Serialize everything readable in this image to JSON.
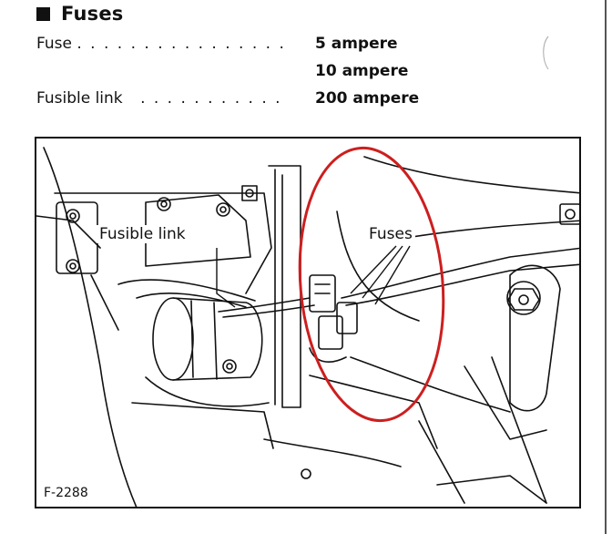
{
  "section": {
    "title": "Fuses"
  },
  "specs": [
    {
      "label": "Fuse",
      "dots": ". . . . . . . . . . . . . . . .",
      "values": [
        "5 ampere",
        "10 ampere"
      ]
    },
    {
      "label": "Fusible link",
      "dots": ". . . . . . . . . . .",
      "values": [
        "200 ampere"
      ]
    }
  ],
  "figure": {
    "labels": {
      "fusible_link": "Fusible  link",
      "fuses": "Fuses"
    },
    "code": "F-2288",
    "highlight_color": "#cc1f1f"
  }
}
